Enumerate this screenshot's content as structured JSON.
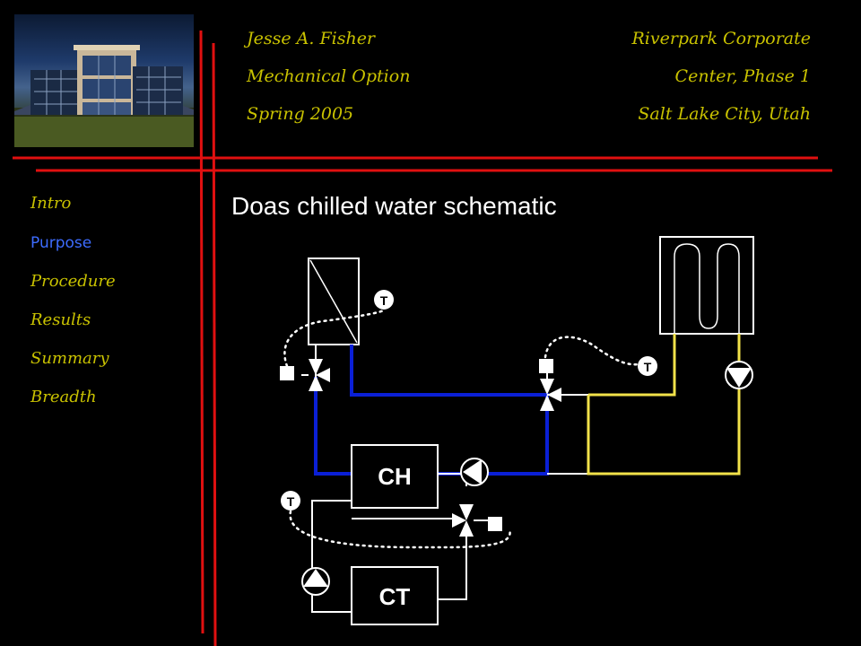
{
  "header": {
    "author": "Jesse A. Fisher",
    "option": "Mechanical Option",
    "term": "Spring 2005",
    "project_line1": "Riverpark Corporate",
    "project_line2": "Center, Phase 1",
    "location": "Salt Lake City, Utah"
  },
  "nav": {
    "items": [
      {
        "label": "Intro",
        "active": false
      },
      {
        "label": "Purpose",
        "active": true
      },
      {
        "label": "Procedure",
        "active": false
      },
      {
        "label": "Results",
        "active": false
      },
      {
        "label": "Summary",
        "active": false
      },
      {
        "label": "Breadth",
        "active": false
      }
    ]
  },
  "slide": {
    "title": "Doas chilled water schematic"
  },
  "schematic": {
    "chiller_label": "CH",
    "tower_label": "CT",
    "sensor_label": "T",
    "colors": {
      "chilled_water": "#0a1fd6",
      "condenser_water": "#ffffff",
      "load_loop": "#f2e24a",
      "frame_lines": "#e01010",
      "header_text": "#c9c200",
      "active_nav": "#3d6cff"
    }
  }
}
